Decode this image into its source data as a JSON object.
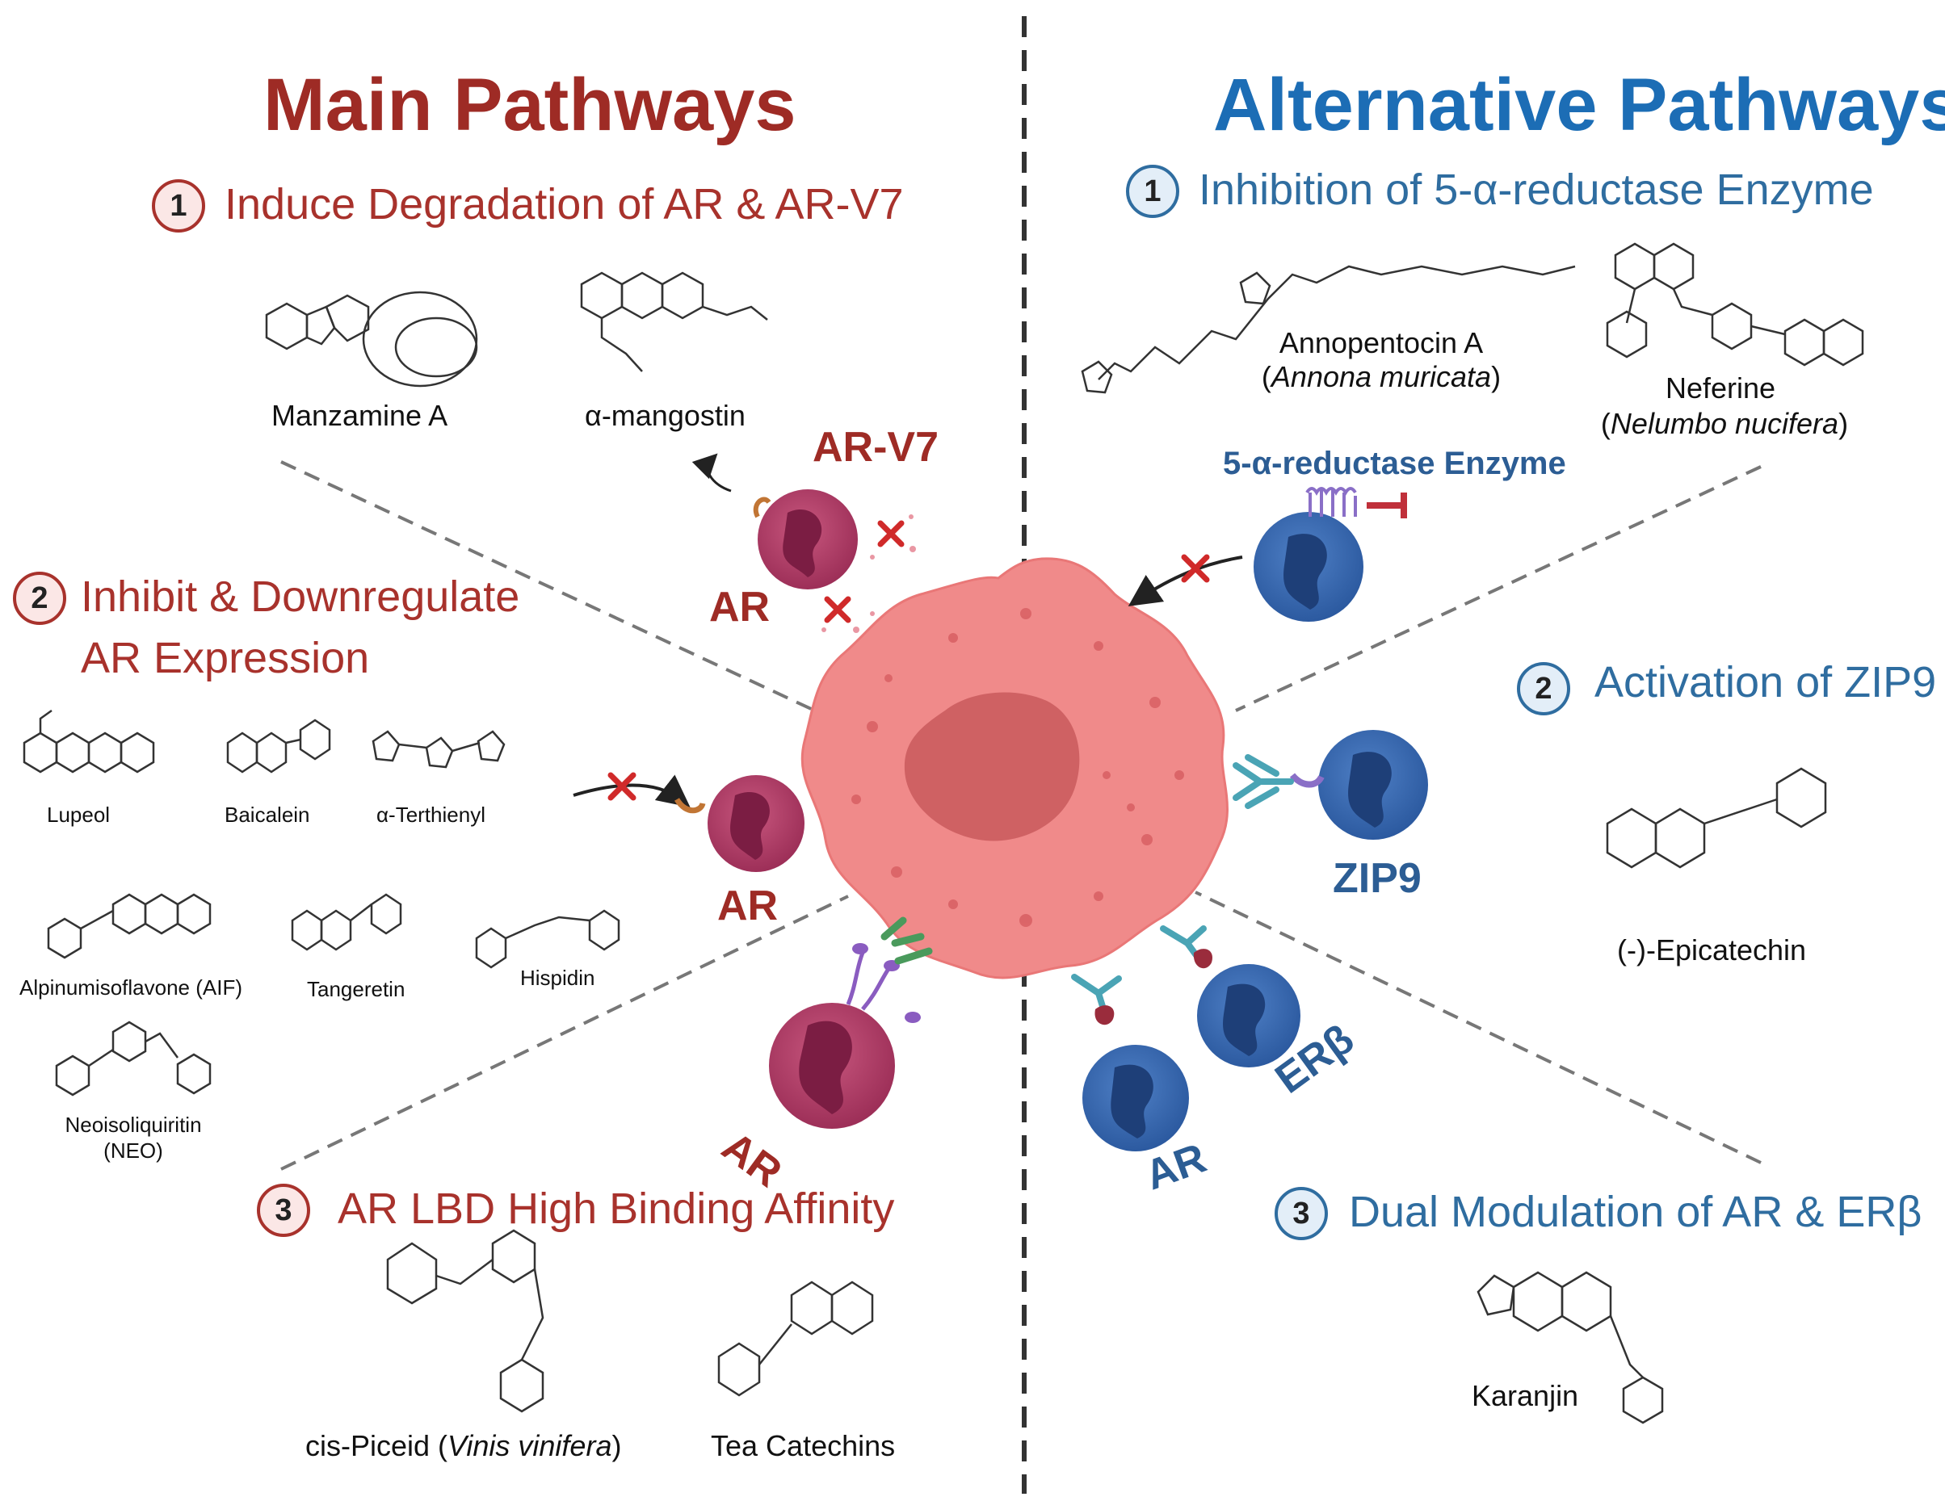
{
  "headings": {
    "main": "Main Pathways",
    "alternative": "Alternative Pathways"
  },
  "main_sections": [
    {
      "num": "1",
      "title": "Induce Degradation of AR & AR-V7"
    },
    {
      "num": "2",
      "title_line1": "Inhibit & Downregulate",
      "title_line2": "AR Expression"
    },
    {
      "num": "3",
      "title": "AR LBD High Binding Affinity"
    }
  ],
  "alt_sections": [
    {
      "num": "1",
      "title": "Inhibition of 5-α-reductase Enzyme"
    },
    {
      "num": "2",
      "title": "Activation of ZIP9"
    },
    {
      "num": "3",
      "title": "Dual Modulation of AR & ERβ"
    }
  ],
  "compounds": {
    "manzamine": "Manzamine A",
    "mangostin": "α-mangostin",
    "lupeol": "Lupeol",
    "baicalein": "Baicalein",
    "terthienyl": "α-Terthienyl",
    "aif": "Alpinumisoflavone (AIF)",
    "tangeretin": "Tangeretin",
    "hispidin": "Hispidin",
    "neo_line1": "Neoisoliquiritin",
    "neo_line2": "(NEO)",
    "piceid_name": "cis-Piceid (",
    "piceid_species": "Vinis vinifera",
    "piceid_close": ")",
    "catechins": "Tea Catechins",
    "annopentocin_name": "Annopentocin A",
    "annopentocin_species_open": "(",
    "annopentocin_species": "Annona muricata",
    "annopentocin_species_close": ")",
    "neferine_name": "Neferine",
    "neferine_species_open": "(",
    "neferine_species": "Nelumbo nucifera",
    "neferine_species_close": ")",
    "epicatechin": "(-)-Epicatechin",
    "karanjin": "Karanjin"
  },
  "receptors": {
    "ar_v7": "AR-V7",
    "ar_top": "AR",
    "ar_mid": "AR",
    "ar_bottom": "AR",
    "enzyme": "5-α-reductase Enzyme",
    "zip9": "ZIP9",
    "erb": "ERβ",
    "ar_blue": "AR"
  },
  "colors": {
    "main_accent": "#9e2b25",
    "alt_accent": "#1c6db5",
    "cell": "#f08080",
    "nucleus": "#cf6163",
    "red_receptor": "#b3446c",
    "blue_receptor": "#3f6fb5"
  }
}
